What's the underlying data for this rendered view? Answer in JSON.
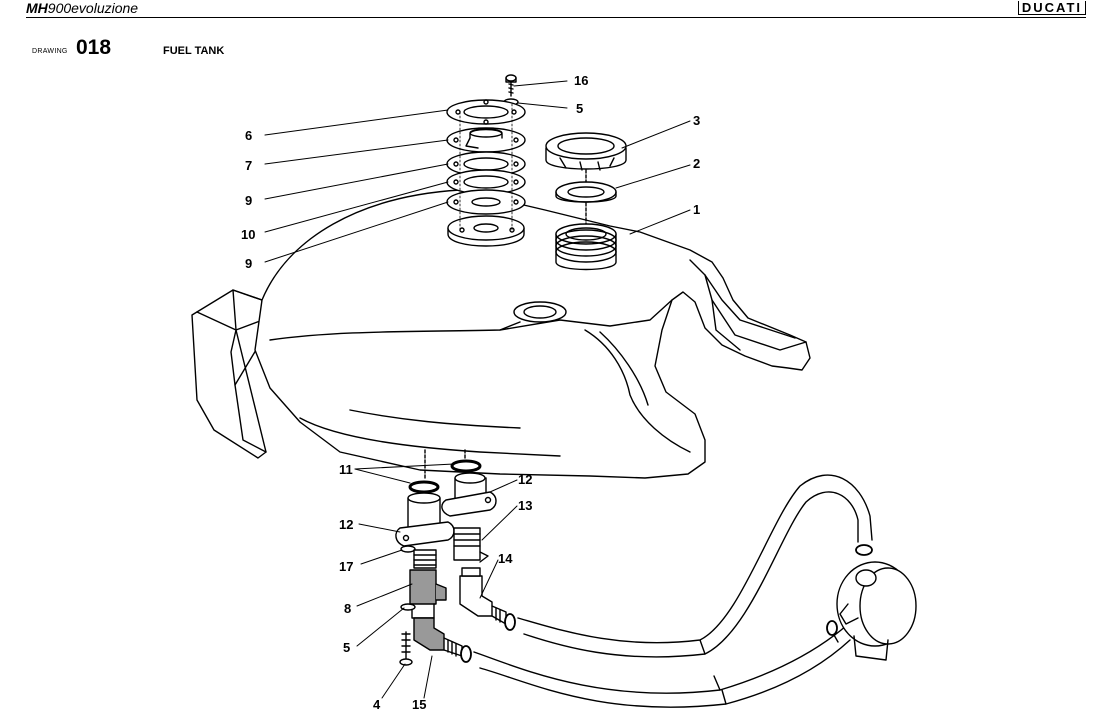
{
  "header": {
    "model_bold": "MH",
    "model_rest": "900evoluzione",
    "brand": "DUCATI"
  },
  "drawing": {
    "label": "DRAWING",
    "number": "018",
    "title": "FUEL TANK"
  },
  "callouts": {
    "c1": "1",
    "c2": "2",
    "c3": "3",
    "c4": "4",
    "c5a": "5",
    "c5b": "5",
    "c6": "6",
    "c7": "7",
    "c8": "8",
    "c9a": "9",
    "c9b": "9",
    "c10": "10",
    "c11": "11",
    "c12a": "12",
    "c12b": "12",
    "c13": "13",
    "c14": "14",
    "c15": "15",
    "c16": "16",
    "c17": "17"
  }
}
